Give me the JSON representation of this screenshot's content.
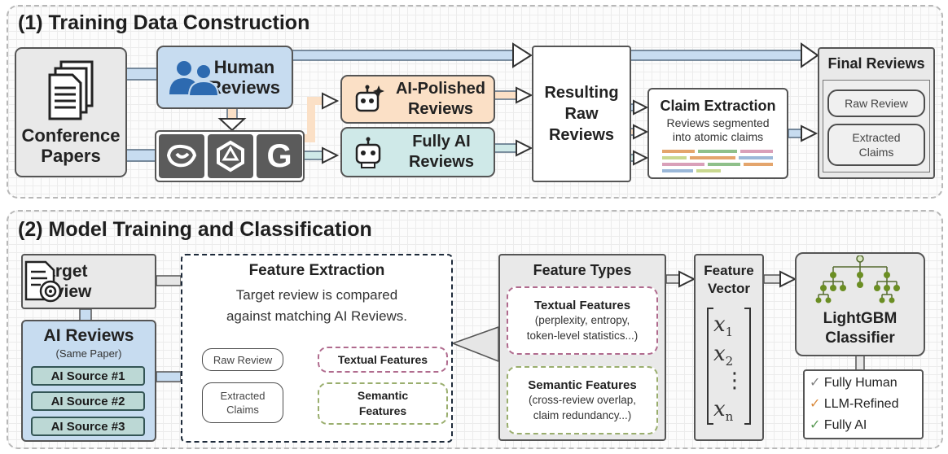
{
  "section1": {
    "title": "(1) Training Data Construction",
    "conference_papers": "Conference\nPapers",
    "human_reviews": "Human\nReviews",
    "ai_polished": "AI-Polished\nReviews",
    "fully_ai": "Fully AI\nReviews",
    "resulting_raw": "Resulting\nRaw\nReviews",
    "claim_title": "Claim Extraction",
    "claim_desc": "Reviews segmented\ninto atomic claims",
    "final_title": "Final Reviews",
    "final_raw": "Raw Review",
    "final_claims": "Extracted\nClaims",
    "llm_logo_3": "G"
  },
  "section2": {
    "title": "(2) Model Training and Classification",
    "target_review": "Target\nReview",
    "ai_reviews_title": "AI Reviews",
    "ai_reviews_sub": "(Same Paper)",
    "sources": [
      "AI Source #1",
      "AI Source #2",
      "AI Source #3"
    ],
    "fe_title": "Feature Extraction",
    "fe_desc": "Target review is compared\nagainst matching AI Reviews.",
    "fe_raw": "Raw Review",
    "fe_textual": "Textual Features",
    "fe_claims": "Extracted\nClaims",
    "fe_semantic": "Semantic\nFeatures",
    "ft_title": "Feature Types",
    "ft_textual_title": "Textual Features",
    "ft_textual_desc": "(perplexity, entropy,\ntoken-level statistics...)",
    "ft_semantic_title": "Semantic Features",
    "ft_semantic_desc": "(cross-review overlap,\nclaim redundancy...)",
    "fv_title": "Feature\nVector",
    "fv_vars": [
      "x",
      "x",
      "x"
    ],
    "fv_subs": [
      "1",
      "2",
      "n"
    ],
    "fv_dots": "⋮",
    "clf_title": "LightGBM\nClassifier",
    "outputs": [
      "Fully Human",
      "LLM-Refined",
      "Fully AI"
    ],
    "check": "✓"
  },
  "colors": {
    "human": "#c7dcf0",
    "polished": "#fbe0c6",
    "fully_ai": "#cfe9e8",
    "source": "#bcd8d5",
    "textual_dash": "#b06b8e",
    "semantic_dash": "#9aae6e",
    "check_gray": "#7f7f7f",
    "check_orange": "#d98a3d",
    "check_green": "#5a9a55"
  }
}
